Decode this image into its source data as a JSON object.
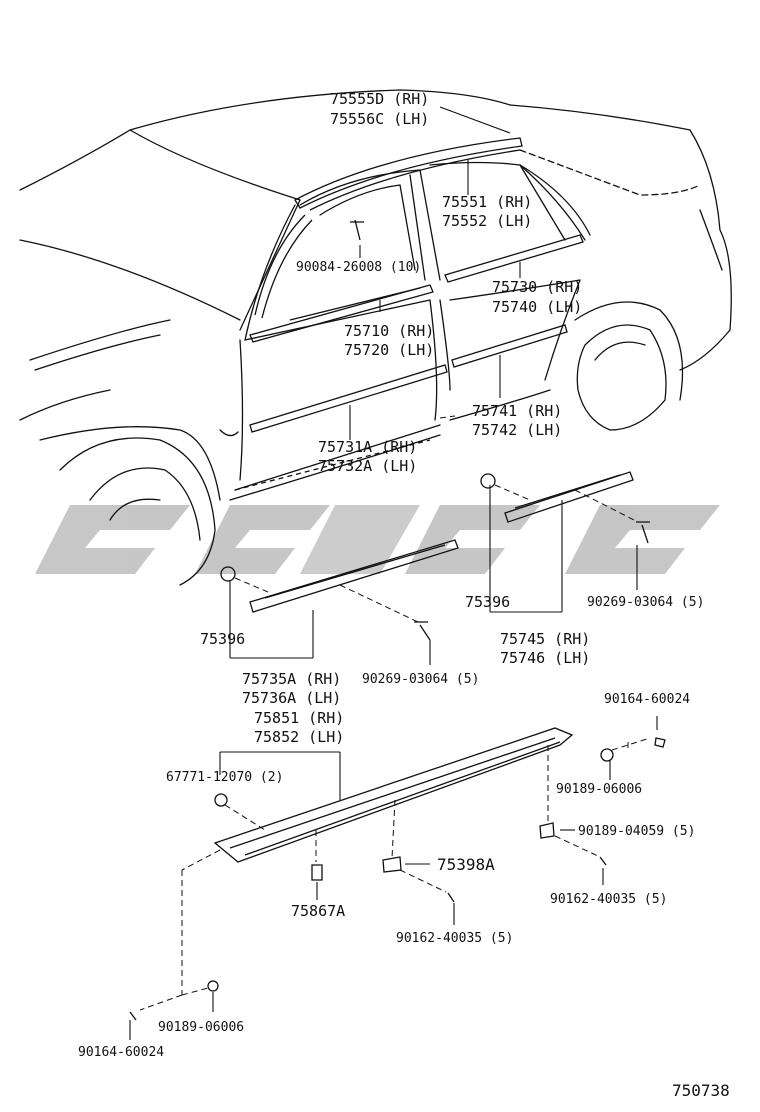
{
  "colors": {
    "line": "#111111",
    "watermark": "#bdbdbd",
    "background": "#ffffff"
  },
  "watermark": {
    "logo": "cyc-logo"
  },
  "labels": {
    "p75555d": "75555D (RH)",
    "p75556c": "75556C (LH)",
    "p75551": "75551 (RH)",
    "p75552": "75552 (LH)",
    "p90084": "90084-26008 (10)",
    "p75730": "75730 (RH)",
    "p75740": "75740 (LH)",
    "p75710": "75710 (RH)",
    "p75720": "75720 (LH)",
    "p75741": "75741 (RH)",
    "p75742": "75742 (LH)",
    "p75731a": "75731A (RH)",
    "p75732a": "75732A (LH)",
    "p75396_right": "75396",
    "p90269_right": "90269-03064 (5)",
    "p75745": "75745 (RH)",
    "p75746": "75746 (LH)",
    "p75396_left": "75396",
    "p75735a": "75735A (RH)",
    "p75736a": "75736A (LH)",
    "p90269_left": "90269-03064 (5)",
    "p75851": "75851 (RH)",
    "p75852": "75852 (LH)",
    "p90164_top": "90164-60024",
    "p67771": "67771-12070 (2)",
    "p90189_06006_top": "90189-06006",
    "p90189_04059": "90189-04059 (5)",
    "p75398a": "75398A",
    "p90162_right": "90162-40035 (5)",
    "p75867a": "75867A",
    "p90162_mid": "90162-40035 (5)",
    "p90189_06006_bottom": "90189-06006",
    "p90164_bottom": "90164-60024",
    "figure_number": "750738"
  }
}
